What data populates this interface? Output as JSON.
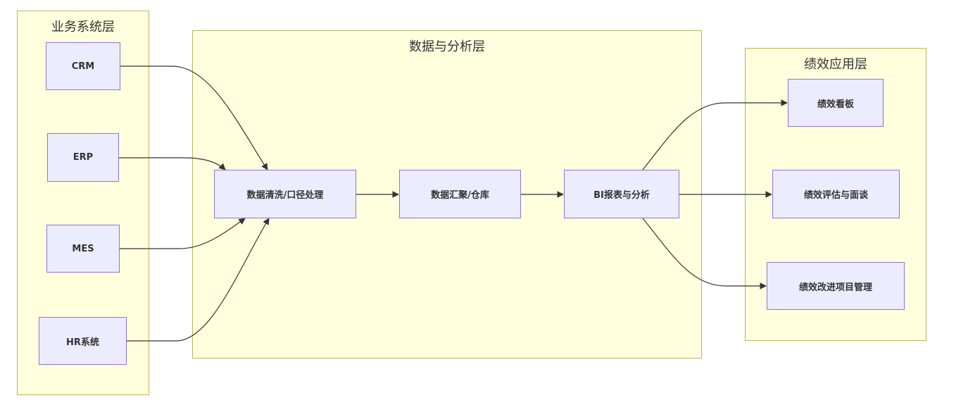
{
  "groups": {
    "business": {
      "title": "业务系统层"
    },
    "data": {
      "title": "数据与分析层"
    },
    "performance": {
      "title": "绩效应用层"
    }
  },
  "nodes": {
    "crm": "CRM",
    "erp": "ERP",
    "mes": "MES",
    "hr": "HR系统",
    "clean": "数据清洗/口径处理",
    "warehouse": "数据汇聚/仓库",
    "bi": "BI报表与分析",
    "dashboard": "绩效看板",
    "review": "绩效评估与面谈",
    "improve": "绩效改进项目管理"
  },
  "edges": [
    {
      "from": "CRM",
      "to": "数据清洗/口径处理"
    },
    {
      "from": "ERP",
      "to": "数据清洗/口径处理"
    },
    {
      "from": "MES",
      "to": "数据清洗/口径处理"
    },
    {
      "from": "HR系统",
      "to": "数据清洗/口径处理"
    },
    {
      "from": "数据清洗/口径处理",
      "to": "数据汇聚/仓库"
    },
    {
      "from": "数据汇聚/仓库",
      "to": "BI报表与分析"
    },
    {
      "from": "BI报表与分析",
      "to": "绩效看板"
    },
    {
      "from": "BI报表与分析",
      "to": "绩效评估与面谈"
    },
    {
      "from": "BI报表与分析",
      "to": "绩效改进项目管理"
    }
  ],
  "colors": {
    "group_fill": "#ffffde",
    "group_border": "#b7b65a",
    "node_fill": "#ececff",
    "node_border": "#9370db",
    "edge": "#333333",
    "text": "#333333"
  }
}
